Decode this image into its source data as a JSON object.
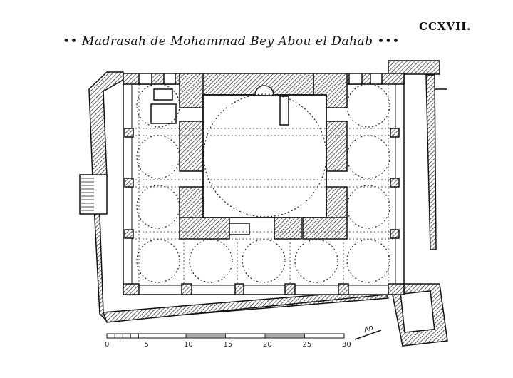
{
  "plate_number": "CCXVII.",
  "title": "Madrasah de Mohammad Bey Abou el Dahab",
  "title_ornament_left": "••",
  "title_ornament_right": "•••",
  "scale_bar": {
    "labels": [
      "0",
      "5",
      "10",
      "15",
      "20",
      "25",
      "30"
    ]
  },
  "signature": "Ap"
}
